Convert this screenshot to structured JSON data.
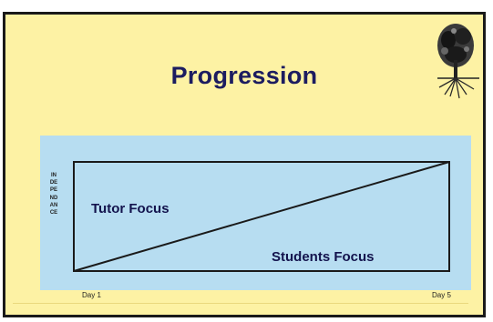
{
  "slide": {
    "title": "Progression",
    "background_color": "#fdf2a4",
    "title_color": "#1c1c60",
    "logo_icon": "tree-with-roots-icon"
  },
  "diagram": {
    "panel_color": "#b7ddf1",
    "y_axis_label": "INDEPENDANCE",
    "region_upper_label": "Tutor Focus",
    "region_lower_label": "Students Focus",
    "x_start_label": "Day 1",
    "x_end_label": "Day 5"
  }
}
